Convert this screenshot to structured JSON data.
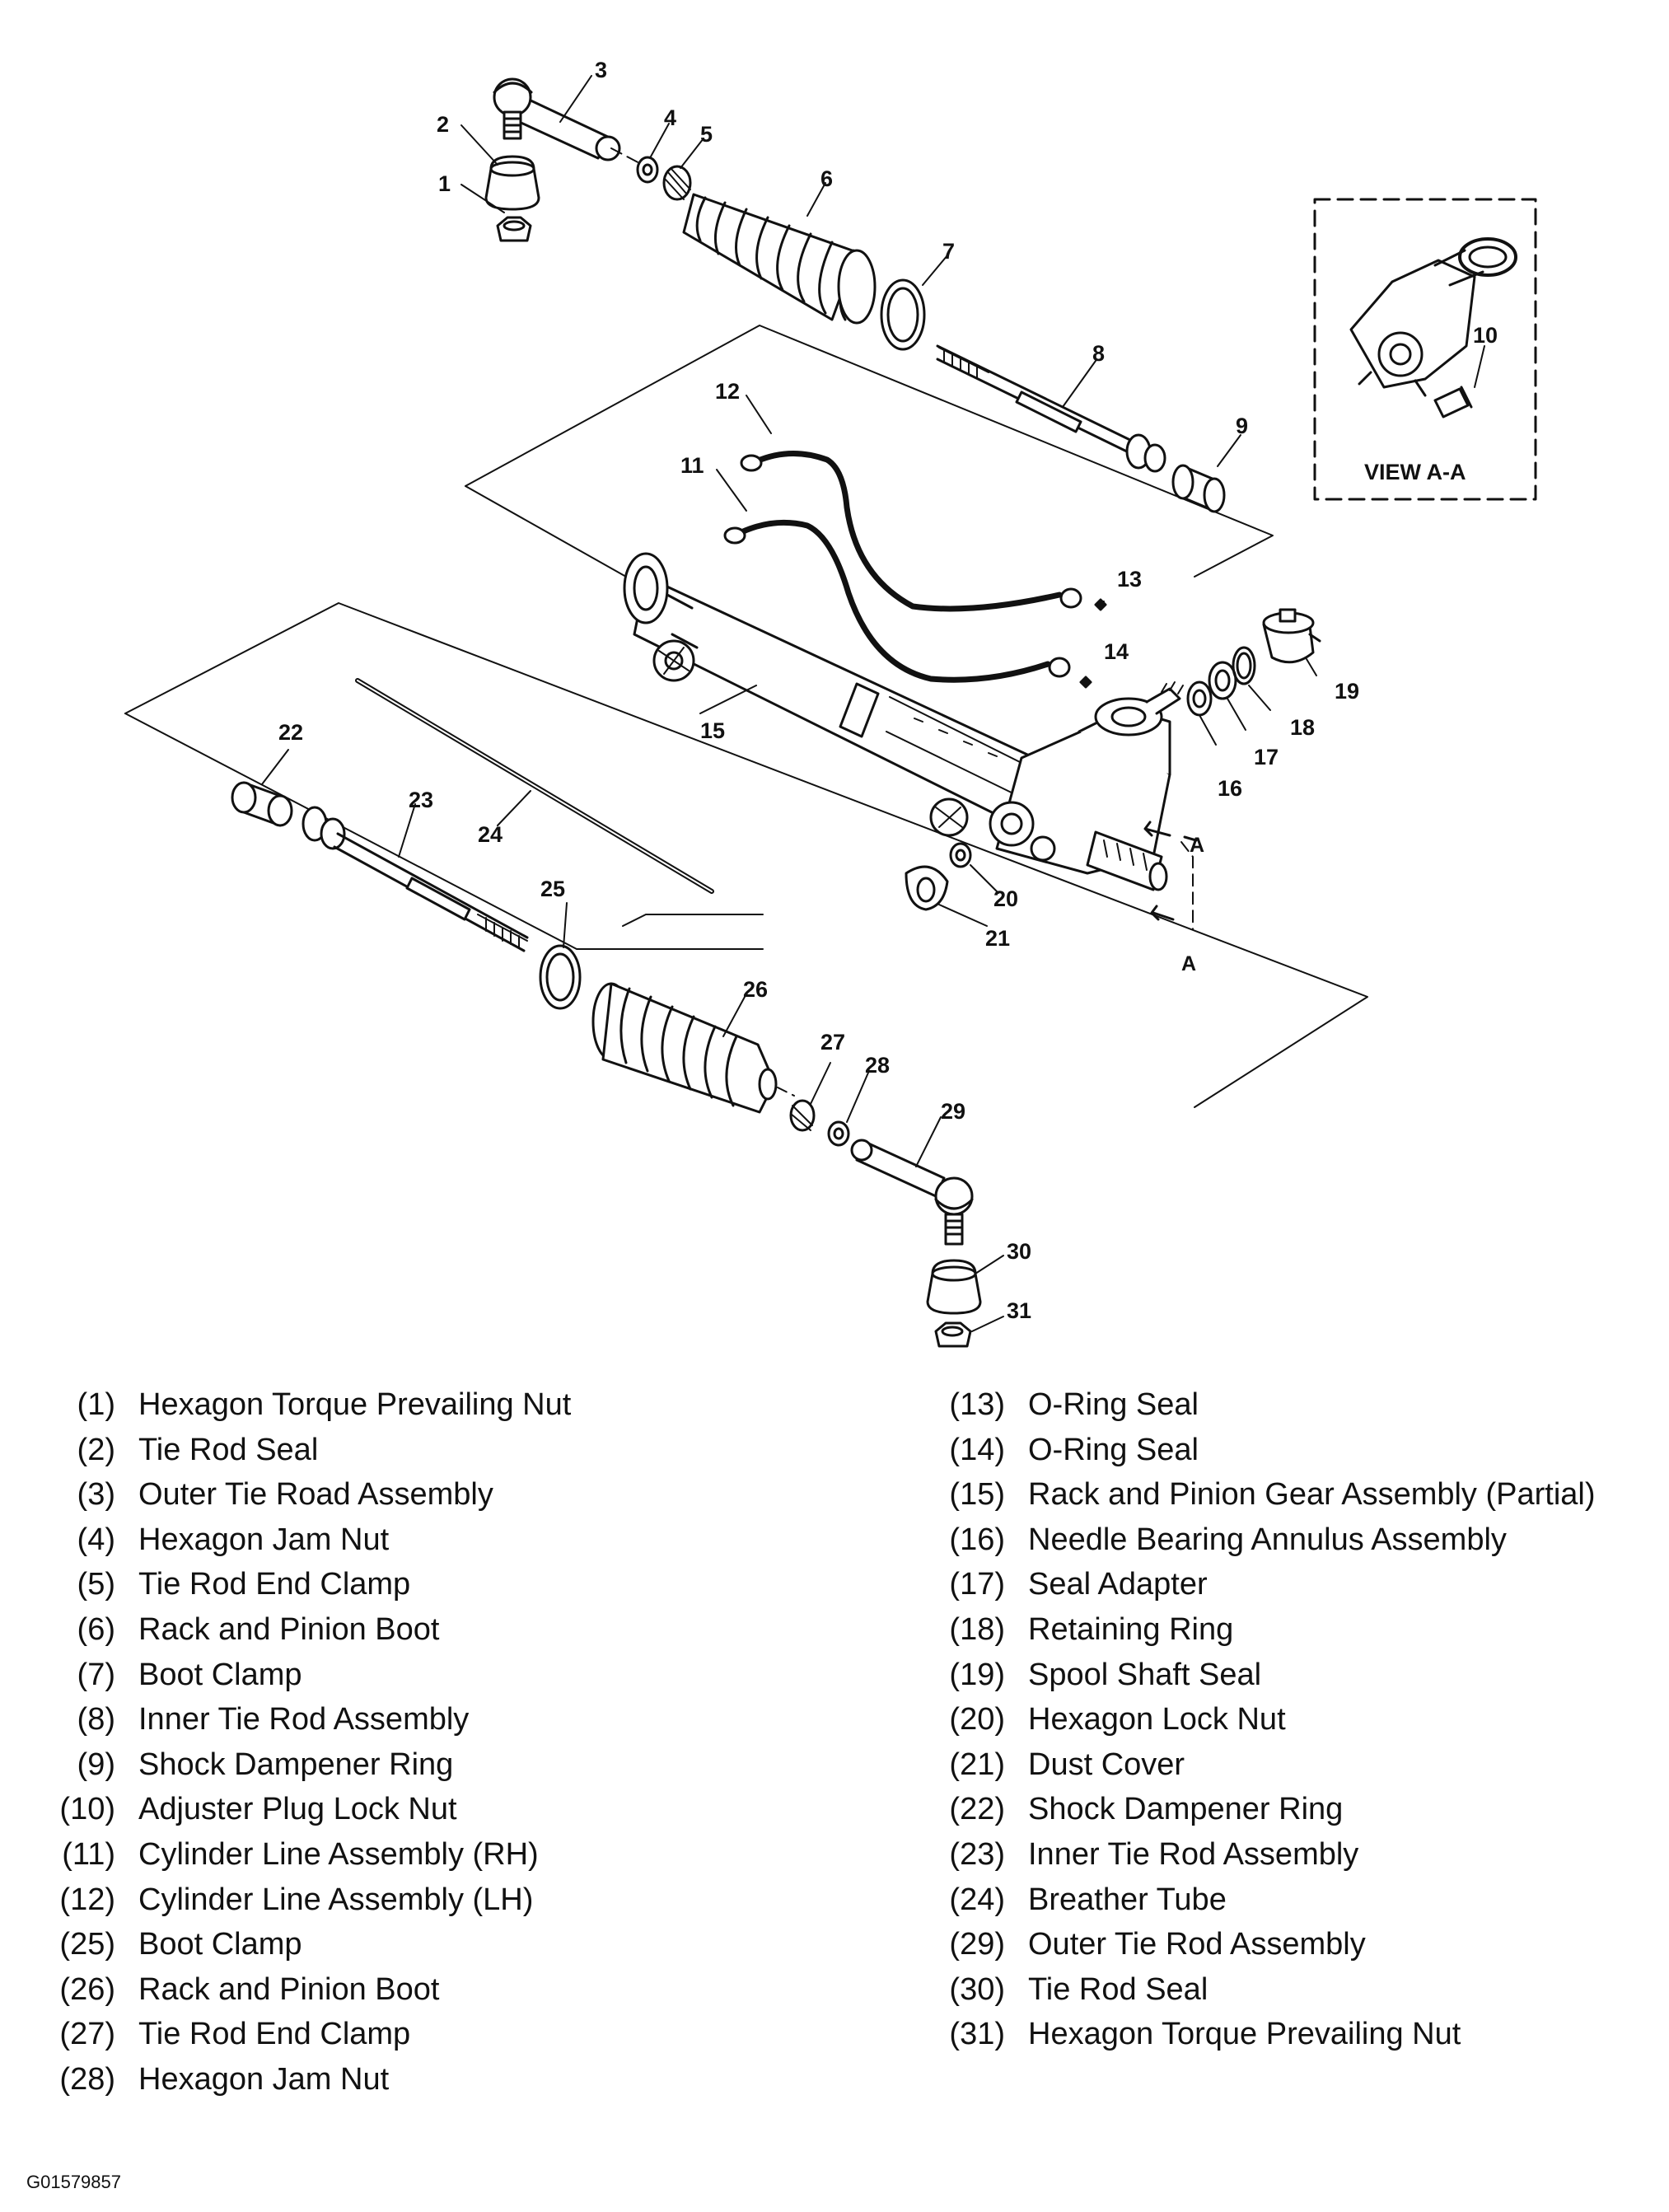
{
  "view_label": "VIEW A-A",
  "section_marks": [
    "A",
    "A"
  ],
  "figure_id": "G01579857",
  "colors": {
    "ink": "#111111",
    "background": "#ffffff"
  },
  "legend_left": [
    {
      "num": "(1)",
      "label": "Hexagon Torque Prevailing Nut"
    },
    {
      "num": "(2)",
      "label": "Tie Rod Seal"
    },
    {
      "num": "(3)",
      "label": "Outer Tie Road Assembly"
    },
    {
      "num": "(4)",
      "label": "Hexagon Jam Nut"
    },
    {
      "num": "(5)",
      "label": "Tie Rod End Clamp"
    },
    {
      "num": "(6)",
      "label": "Rack and Pinion Boot"
    },
    {
      "num": "(7)",
      "label": "Boot Clamp"
    },
    {
      "num": "(8)",
      "label": "Inner Tie Rod Assembly"
    },
    {
      "num": "(9)",
      "label": "Shock Dampener Ring"
    },
    {
      "num": "(10)",
      "label": "Adjuster Plug Lock Nut"
    },
    {
      "num": "(11)",
      "label": "Cylinder Line Assembly (RH)"
    },
    {
      "num": "(12)",
      "label": "Cylinder Line Assembly (LH)"
    },
    {
      "num": "(25)",
      "label": "Boot Clamp"
    },
    {
      "num": "(26)",
      "label": "Rack and Pinion Boot"
    },
    {
      "num": "(27)",
      "label": "Tie Rod End Clamp"
    },
    {
      "num": "(28)",
      "label": "Hexagon Jam Nut"
    }
  ],
  "legend_right": [
    {
      "num": "(13)",
      "label": "O-Ring Seal"
    },
    {
      "num": "(14)",
      "label": "O-Ring Seal"
    },
    {
      "num": "(15)",
      "label": "Rack and Pinion Gear Assembly (Partial)"
    },
    {
      "num": "(16)",
      "label": "Needle Bearing Annulus Assembly"
    },
    {
      "num": "(17)",
      "label": "Seal Adapter"
    },
    {
      "num": "(18)",
      "label": "Retaining Ring"
    },
    {
      "num": "(19)",
      "label": "Spool Shaft Seal"
    },
    {
      "num": "(20)",
      "label": "Hexagon Lock Nut"
    },
    {
      "num": "(21)",
      "label": "Dust Cover"
    },
    {
      "num": "(22)",
      "label": "Shock Dampener Ring"
    },
    {
      "num": "(23)",
      "label": "Inner Tie Rod Assembly"
    },
    {
      "num": "(24)",
      "label": "Breather Tube"
    },
    {
      "num": "(29)",
      "label": "Outer Tie Rod Assembly"
    },
    {
      "num": "(30)",
      "label": "Tie Rod Seal"
    },
    {
      "num": "(31)",
      "label": "Hexagon Torque Prevailing Nut"
    }
  ],
  "callouts": [
    "1",
    "2",
    "3",
    "4",
    "5",
    "6",
    "7",
    "8",
    "9",
    "10",
    "11",
    "12",
    "13",
    "14",
    "15",
    "16",
    "17",
    "18",
    "19",
    "20",
    "21",
    "22",
    "23",
    "24",
    "25",
    "26",
    "27",
    "28",
    "29",
    "30",
    "31"
  ]
}
